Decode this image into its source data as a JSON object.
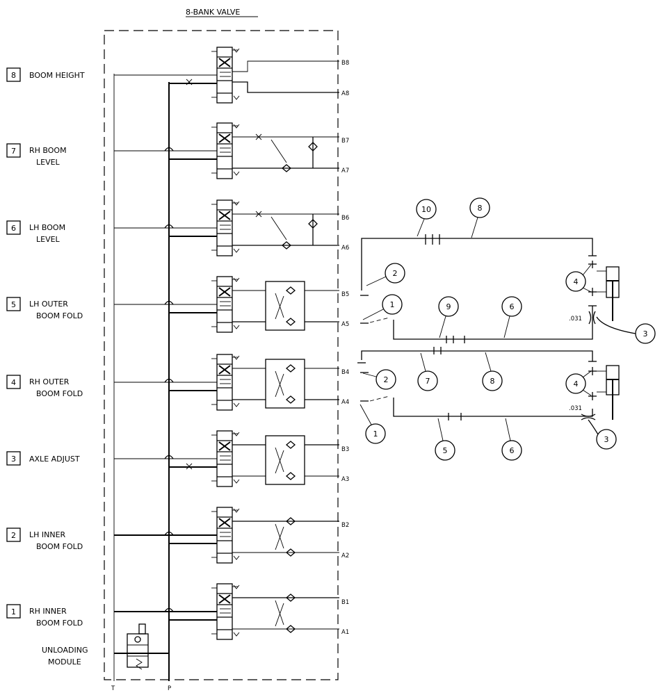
{
  "title": "8-BANK VALVE",
  "sections": [
    {
      "num": "8",
      "line1": "BOOM HEIGHT",
      "line2": ""
    },
    {
      "num": "7",
      "line1": "RH BOOM",
      "line2": "LEVEL"
    },
    {
      "num": "6",
      "line1": "LH BOOM",
      "line2": "LEVEL"
    },
    {
      "num": "5",
      "line1": "LH OUTER",
      "line2": "BOOM FOLD"
    },
    {
      "num": "4",
      "line1": "RH OUTER",
      "line2": "BOOM FOLD"
    },
    {
      "num": "3",
      "line1": "AXLE  ADJUST",
      "line2": ""
    },
    {
      "num": "2",
      "line1": "LH INNER",
      "line2": "BOOM FOLD"
    },
    {
      "num": "1",
      "line1": "RH INNER",
      "line2": "BOOM FOLD"
    }
  ],
  "unloading": {
    "line1": "UNLOADING",
    "line2": "MODULE"
  },
  "ports": {
    "b8": "B8",
    "a8": "A8",
    "b7": "B7",
    "a7": "A7",
    "b6": "B6",
    "a6": "A6",
    "b5": "B5",
    "a5": "A5",
    "b4": "B4",
    "a4": "A4",
    "b3": "B3",
    "a3": "A3",
    "b2": "B2",
    "a2": "A2",
    "b1": "B1",
    "a1": "A1",
    "t": "T",
    "p": "P"
  },
  "callouts": {
    "c10": "10",
    "c8a": "8",
    "c2a": "2",
    "c1a": "1",
    "c9": "9",
    "c6a": "6",
    "c4a": "4",
    "c3a": "3",
    "c2b": "2",
    "c7": "7",
    "c8b": "8",
    "c4b": "4",
    "c1b": "1",
    "c5": "5",
    "c6b": "6",
    "c3b": "3"
  },
  "orifice": {
    "upper": ".031",
    "lower": ".031"
  }
}
